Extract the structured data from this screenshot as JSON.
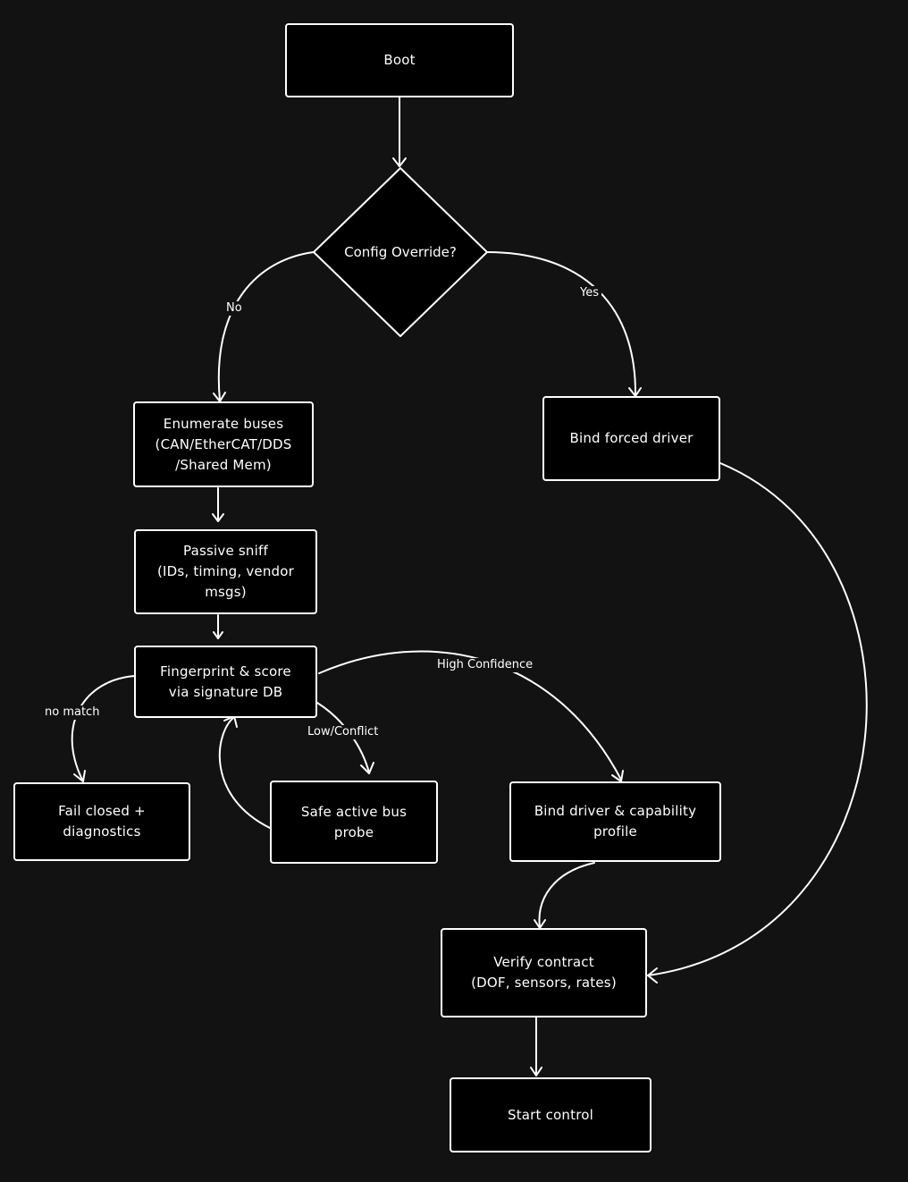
{
  "nodes": {
    "boot": "Boot",
    "config_override": "Config Override?",
    "bind_forced_driver": "Bind forced driver",
    "enumerate_buses": "Enumerate buses\n(CAN/EtherCAT/DDS\n/Shared Mem)",
    "passive_sniff": "Passive sniff\n(IDs, timing, vendor\nmsgs)",
    "fingerprint": "Fingerprint & score\nvia signature DB",
    "fail_closed": "Fail closed +\ndiagnostics",
    "safe_probe": "Safe active bus\nprobe",
    "bind_driver": "Bind driver & capability\nprofile",
    "verify_contract": "Verify contract\n(DOF, sensors, rates)",
    "start_control": "Start control"
  },
  "edge_labels": {
    "no": "No",
    "yes": "Yes",
    "no_match": "no match",
    "low_conflict": "Low/Conflict",
    "high_confidence": "High Confidence"
  }
}
